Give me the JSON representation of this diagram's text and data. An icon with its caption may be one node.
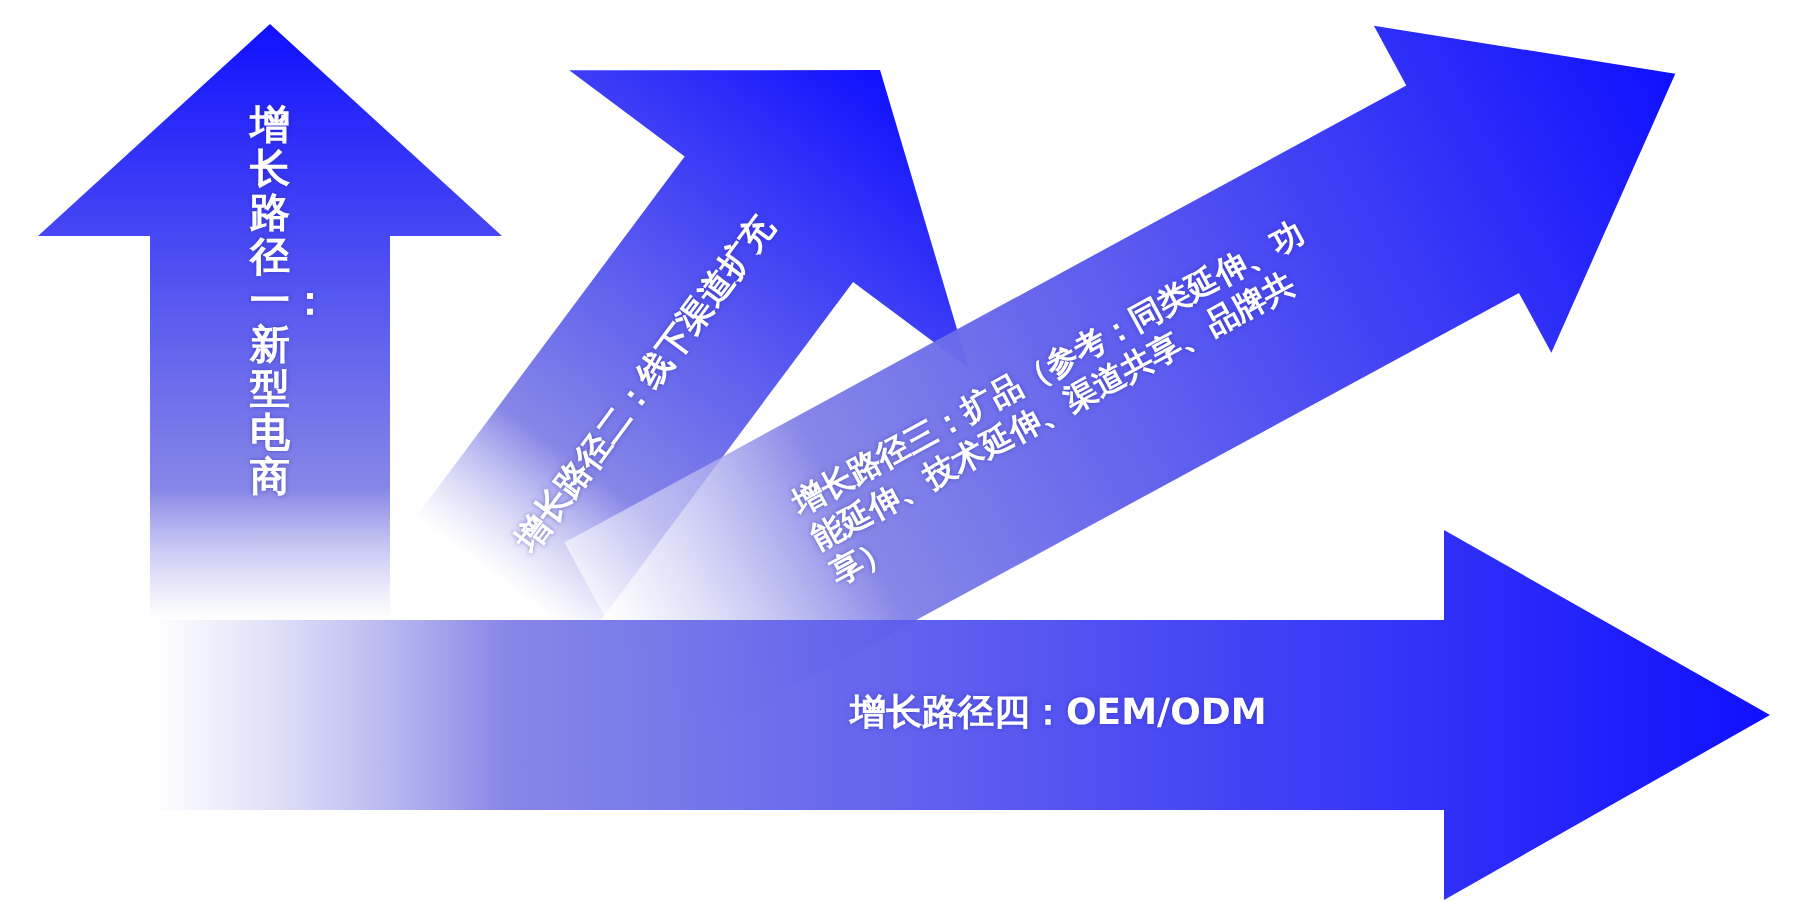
{
  "diagram": {
    "nodes": [
      {
        "text": [
          "增长路径一：新型电商"
        ]
      },
      {
        "text": [
          "增长路径二：线下渠道扩充"
        ]
      },
      {
        "text": [
          "增长路径三：扩品（参考：同类延伸、功能延伸、技术延伸、渠道共享、品牌共享）"
        ]
      },
      {
        "text": [
          "增长路径四：OEM/ODM"
        ]
      }
    ]
  }
}
